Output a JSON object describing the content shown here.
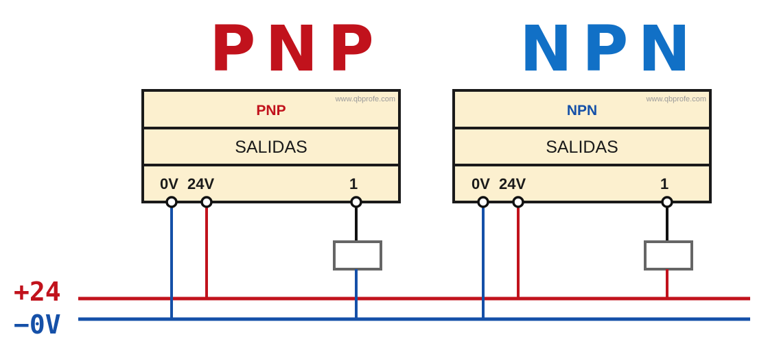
{
  "colors": {
    "red": "#C1121C",
    "blue": "#1550A8",
    "blue_title": "#1170C6",
    "black": "#111111",
    "box_fill": "#FCF0CF",
    "load_gray": "#666666"
  },
  "rails": {
    "pos_label": "+24",
    "neg_label": "−0V"
  },
  "modules": [
    {
      "title": "PNP",
      "label": "PNP",
      "section": "SALIDAS",
      "watermark": "www.qbprofe.com",
      "terminals": {
        "t0v": "0V",
        "t24v": "24V",
        "out": "1"
      }
    },
    {
      "title": "NPN",
      "label": "NPN",
      "section": "SALIDAS",
      "watermark": "www.qbprofe.com",
      "terminals": {
        "t0v": "0V",
        "t24v": "24V",
        "out": "1"
      }
    }
  ]
}
